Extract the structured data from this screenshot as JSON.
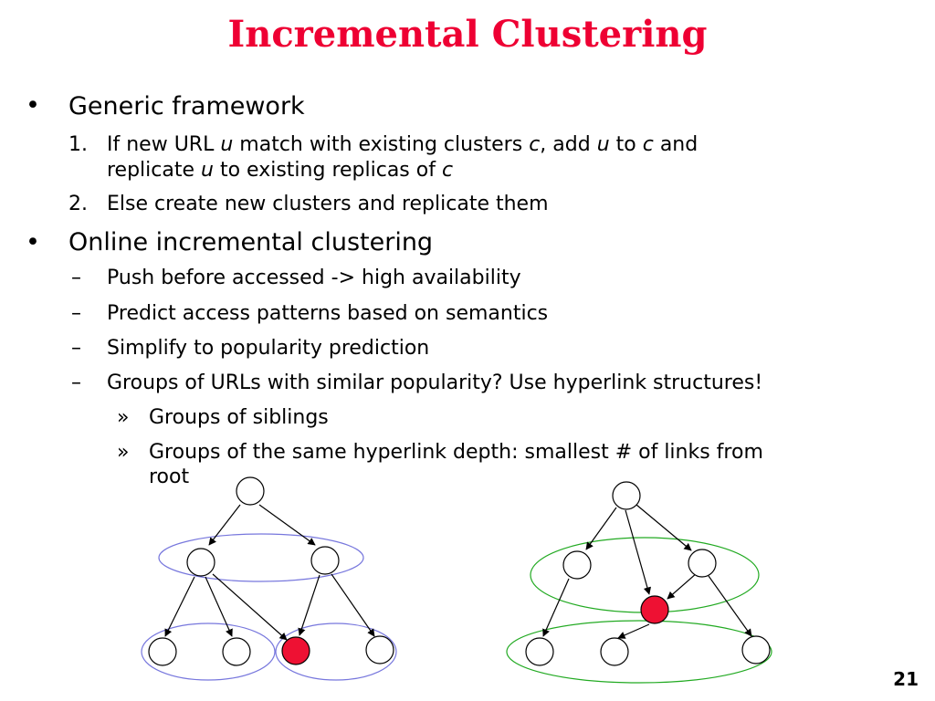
{
  "slide": {
    "title": "Incremental Clustering",
    "page_number": "21"
  },
  "bullets": {
    "b1": {
      "marker": "•",
      "text": "Generic framework",
      "items": [
        {
          "marker": "1.",
          "lines": [
            "If new URL u match with existing clusters c, add u to c and",
            "replicate u to existing replicas of c"
          ]
        },
        {
          "marker": "2.",
          "lines": [
            "Else create new clusters and replicate them"
          ]
        }
      ]
    },
    "b2": {
      "marker": "•",
      "text": "Online incremental clustering",
      "items": [
        {
          "marker": "–",
          "text": "Push before accessed -> high availability"
        },
        {
          "marker": "–",
          "text": "Predict access patterns based on semantics"
        },
        {
          "marker": "–",
          "text": "Simplify to popularity prediction"
        },
        {
          "marker": "–",
          "text": "Groups of URLs with similar popularity?  Use hyperlink structures!"
        }
      ],
      "subitems": [
        {
          "marker": "»",
          "lines": [
            "Groups of siblings"
          ]
        },
        {
          "marker": "»",
          "lines": [
            "Groups of the same hyperlink depth: smallest # of links from",
            "root"
          ]
        }
      ]
    }
  },
  "diagram": {
    "colors": {
      "node_fill": "#ffffff",
      "highlight_fill": "#ee1133",
      "sibling_cluster": "#7777dd",
      "depth_cluster": "#22aa22",
      "stroke": "#000000"
    }
  }
}
